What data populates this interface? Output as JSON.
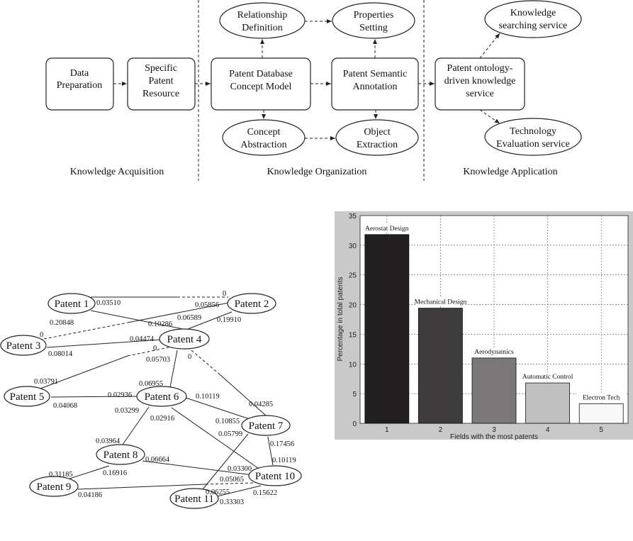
{
  "flowchart": {
    "boxes": {
      "data_preparation": [
        "Data",
        "Preparation"
      ],
      "specific_patent_resource": [
        "Specific",
        "Patent",
        "Resource"
      ],
      "concept_model": [
        "Patent Database",
        "Concept Model"
      ],
      "semantic_annotation": [
        "Patent Semantic",
        "Annotation"
      ],
      "knowledge_service": [
        "Patent ontology-",
        "driven knowledge",
        "service"
      ]
    },
    "ellipses": {
      "relationship_definition": [
        "Relationship",
        "Definition"
      ],
      "properties_setting": [
        "Properties",
        "Setting"
      ],
      "concept_abstraction": [
        "Concept",
        "Abstraction"
      ],
      "object_extraction": [
        "Object",
        "Extraction"
      ],
      "knowledge_searching": [
        "Knowledge",
        "searching service"
      ],
      "technology_evaluation": [
        "Technology",
        "Evaluation service"
      ]
    },
    "sections": [
      "Knowledge Acquisition",
      "Knowledge Organization",
      "Knowledge Application"
    ]
  },
  "network": {
    "nodes": [
      "Patent 1",
      "Patent 2",
      "Patent 3",
      "Patent 4",
      "Patent 5",
      "Patent 6",
      "Patent 7",
      "Patent 8",
      "Patent 9",
      "Patent 10",
      "Patent 11"
    ],
    "edge_labels": [
      "0.03510",
      "0",
      "0.05856",
      "0.20848",
      "0.10286",
      "0.06589",
      "0.19910",
      "0",
      "0.04474",
      "0.08014",
      "0",
      "0.05703",
      "0",
      "0.03791",
      "0.06955",
      "0.02936",
      "0.04068",
      "0.10119",
      "0.04285",
      "0.03299",
      "0.02916",
      "0.10855",
      "0.05799",
      "0.17456",
      "0.10119",
      "0.03964",
      "0.06664",
      "0.03300",
      "0.31185",
      "0.16916",
      "0.05065",
      "0.06255",
      "0.04186",
      "0.15622",
      "0.33303"
    ]
  },
  "chart_data": {
    "type": "bar",
    "categories": [
      "1",
      "2",
      "3",
      "4",
      "5"
    ],
    "values": [
      31.8,
      19.4,
      11.0,
      6.8,
      3.3
    ],
    "bar_labels": [
      "Aerostat Design",
      "Mechanical Design",
      "Aerodynamics",
      "Automatic Control",
      "Electron Tech"
    ],
    "bar_colors": [
      "#221f20",
      "#3e3c3d",
      "#7a7879",
      "#c0c0c0",
      "#f8f8f8"
    ],
    "xlabel": "Fields with the most patents",
    "ylabel": "Percentage in total patents",
    "ylim": [
      0,
      35
    ],
    "yticks": [
      "0",
      "5",
      "10",
      "15",
      "20",
      "25",
      "30",
      "35"
    ],
    "grid": true,
    "panel_color": "#c9c9c9"
  }
}
